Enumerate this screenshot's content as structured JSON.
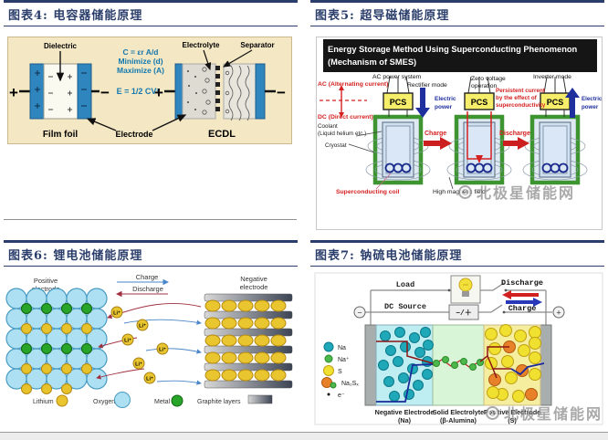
{
  "watermark": {
    "text": "北极星储能网"
  },
  "fig4": {
    "title": "图表4: 电容器储能原理",
    "dielectric": "Dielectric",
    "electrolyte": "Electrolyte",
    "separator": "Separator",
    "formula_c": "C = εr A/d",
    "minimize": "Minimize (d)",
    "maximize": "Maximize (A)",
    "energy": "E = 1/2 CV²",
    "plus": "+",
    "minus": "−",
    "film_foil": "Film foil",
    "electrode": "Electrode",
    "ecdl": "ECDL"
  },
  "fig5": {
    "title": "图表5: 超导磁储能原理",
    "header1": "Energy Storage Method Using Superconducting Phenomenon",
    "header2": "(Mechanism of SMES)",
    "ac_power_system": "AC power system",
    "rectifier_mode": "Rectifier mode",
    "zero_voltage_1": "Zero voltage",
    "zero_voltage_2": "operation",
    "inverter_mode": "Inverter mode",
    "ac_label": "AC (Alternating current)",
    "dc_label": "DC (Direct current)",
    "coolant_1": "Coolant",
    "coolant_2": "(Liquid helium etc.)",
    "cryostat": "Cryostat",
    "pcs": "PCS",
    "electric_1": "Electric",
    "electric_2": "power",
    "charge": "Charge",
    "discharge": "Discharge",
    "persistent_1": "Persistent current",
    "persistent_2": "by the effect of",
    "persistent_3": "superconductivity",
    "superconducting_coil": "Superconducting coil",
    "high_magnetic_field": "High magnetic field"
  },
  "fig6": {
    "title": "图表6: 锂电池储能原理",
    "positive_1": "Positive",
    "positive_2": "electrode",
    "negative_1": "Negative",
    "negative_2": "electrode",
    "charge": "Charge",
    "discharge": "Discharge",
    "li_ion": "Li⁺",
    "lithium": "Lithium",
    "oxygen": "Oxygen",
    "metal": "Metal",
    "graphite_layers": "Graphite layers"
  },
  "fig7": {
    "title": "图表7: 钠硫电池储能原理",
    "load": "Load",
    "dc_source": "DC Source",
    "source_box": "−/＋",
    "discharge": "Discharge",
    "charge": "Charge",
    "minus_terminal": "−",
    "plus_terminal": "+",
    "na": "Na",
    "na_ion": "Na⁺",
    "sulfur": "S",
    "na2sx": "Na₂Sₓ",
    "electron": "e⁻",
    "neg_electrode_1": "Negative Electrode",
    "neg_electrode_2": "(Na)",
    "solid_electrolyte_1": "Solid Electrolyte",
    "solid_electrolyte_2": "(β-Alumina)",
    "pos_electrode_1": "Positive Electrode",
    "pos_electrode_2": "(S)"
  }
}
